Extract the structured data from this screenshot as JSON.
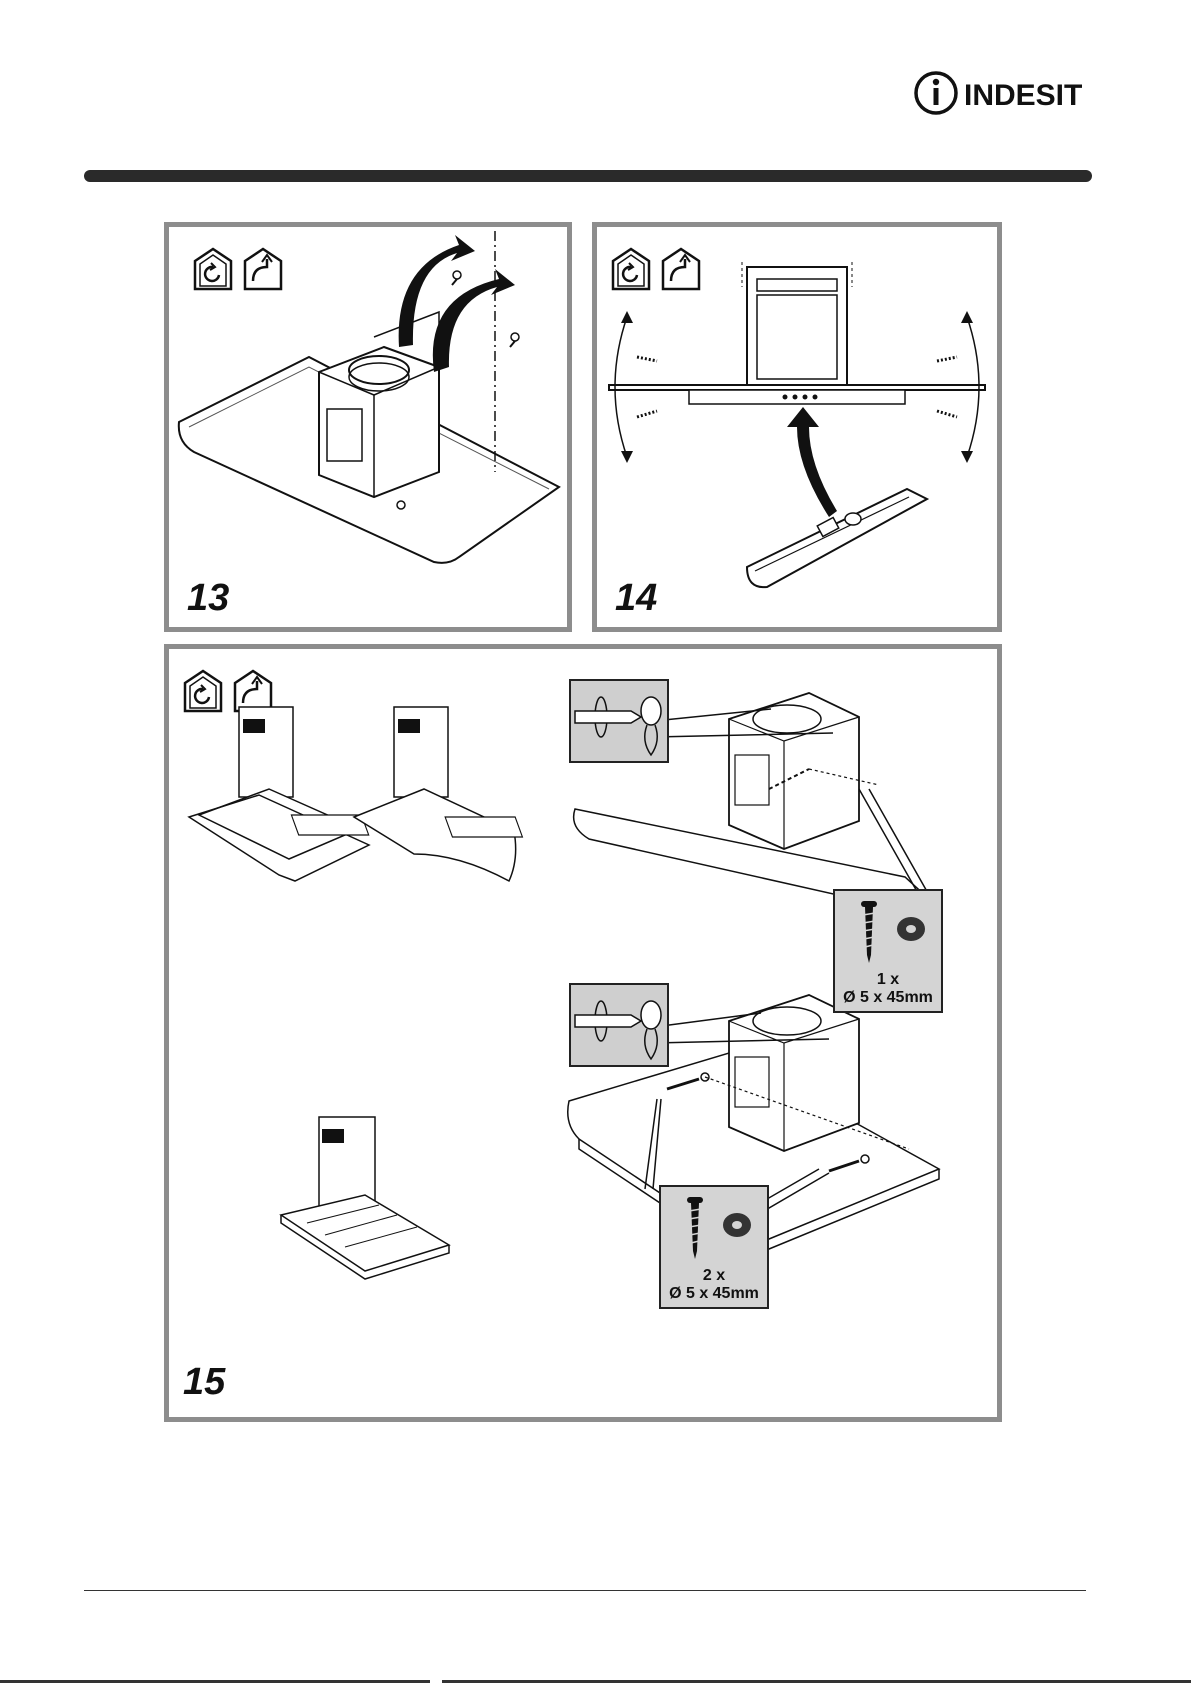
{
  "brand": {
    "name": "INDESIT"
  },
  "panels": [
    {
      "number": "13"
    },
    {
      "number": "14"
    },
    {
      "number": "15"
    }
  ],
  "spec_single": {
    "count": "1 x",
    "size": "Ø 5 x 45mm"
  },
  "spec_double": {
    "count": "2 x",
    "size": "Ø 5 x 45mm"
  },
  "icons": [
    "recirculation-mode-icon",
    "ducted-mode-icon",
    "screwdriver-icon",
    "screw-icon",
    "washer-icon"
  ]
}
